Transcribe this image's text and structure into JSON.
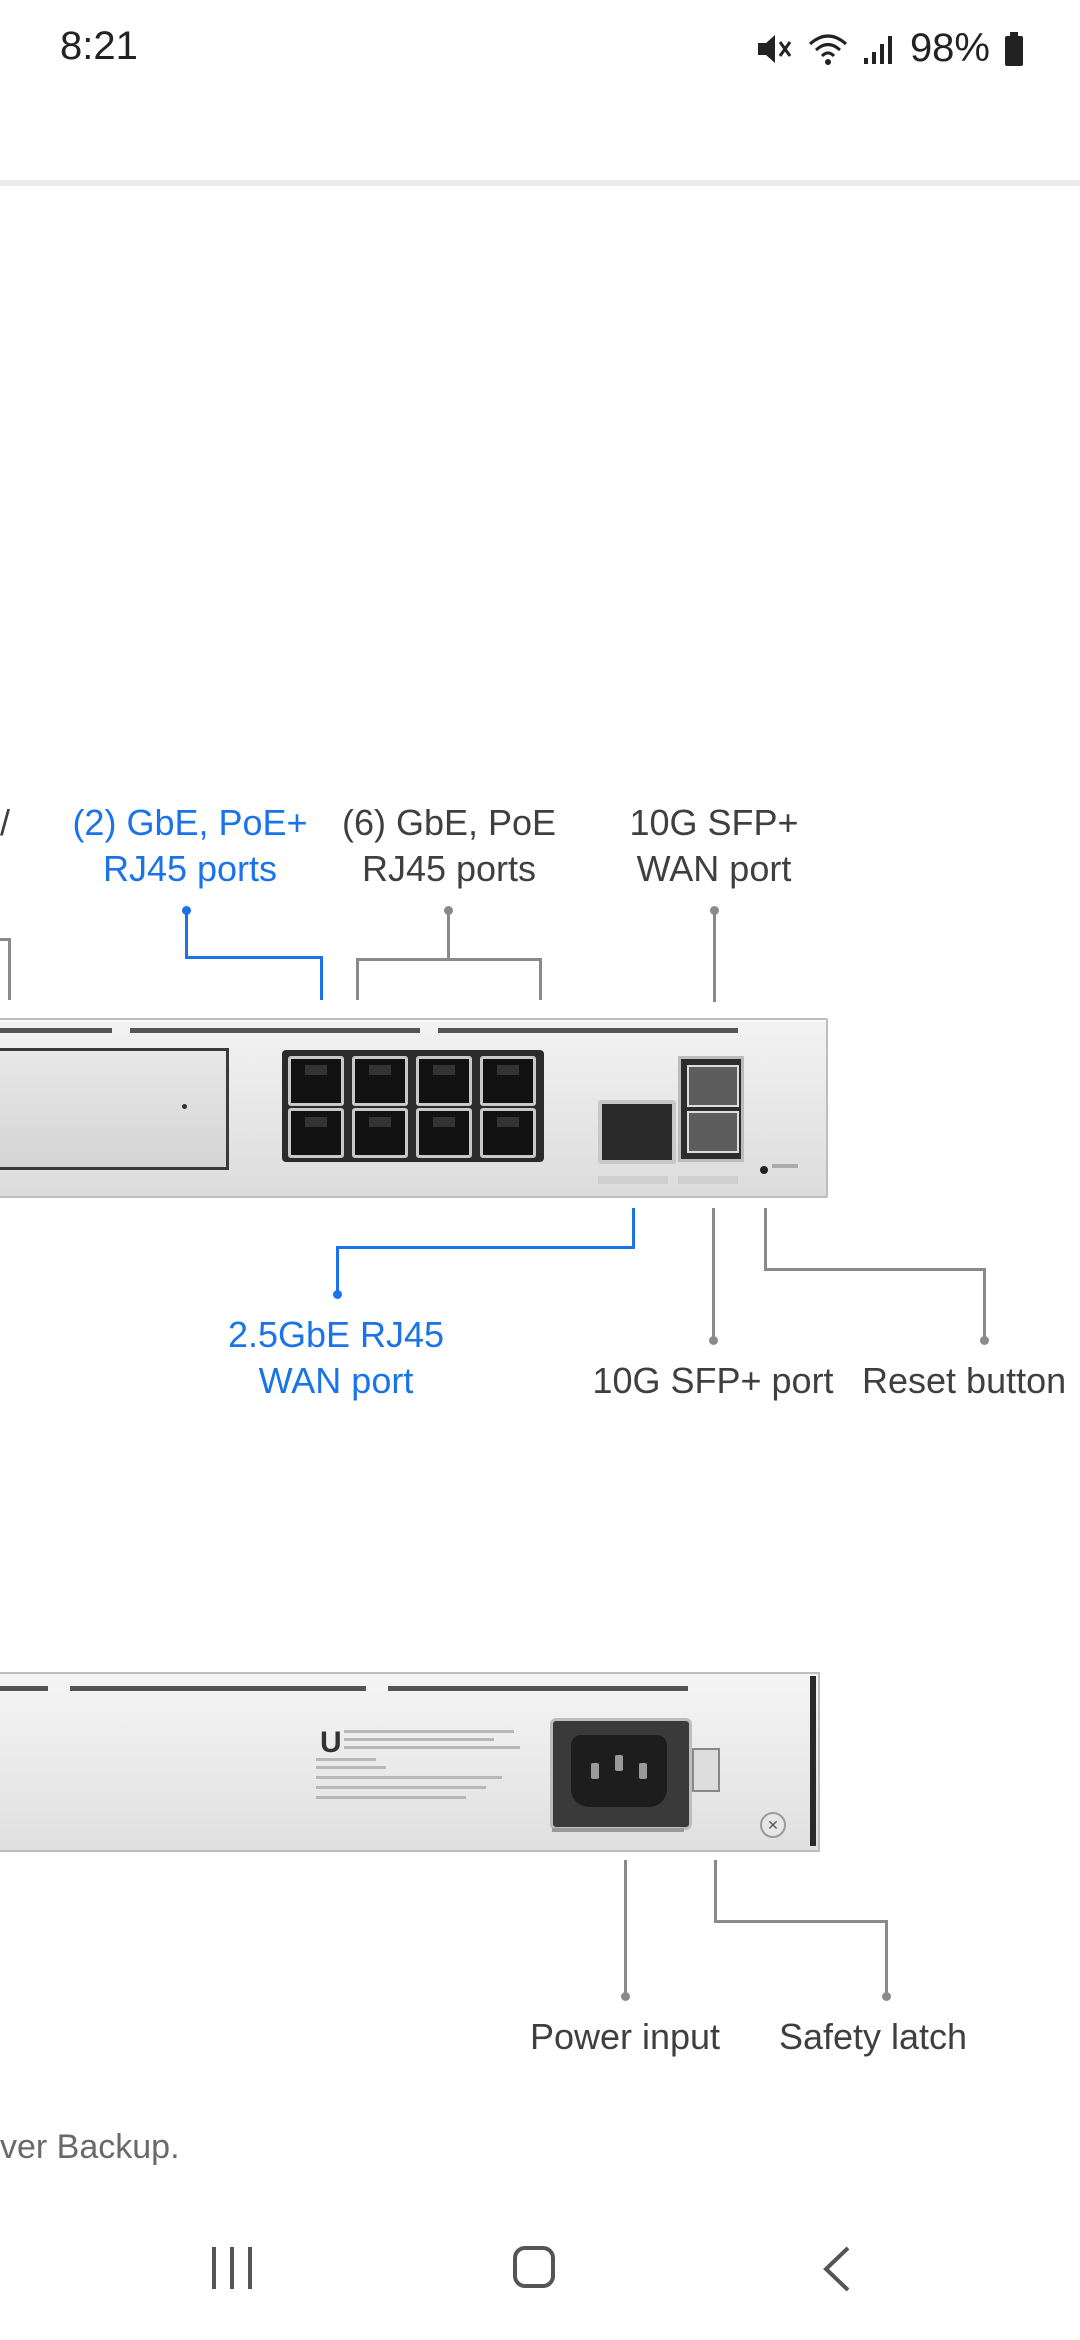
{
  "status_bar": {
    "time": "8:21",
    "battery": "98%",
    "icons": [
      "mute-icon",
      "wifi-icon",
      "signal-icon",
      "battery-icon"
    ]
  },
  "front_labels": {
    "gbe_poe_plus": [
      "(2) GbE, PoE+",
      "RJ45 ports"
    ],
    "gbe_poe": [
      "(6) GbE, PoE",
      "RJ45 ports"
    ],
    "sfp_wan": [
      "10G SFP+",
      "WAN port"
    ],
    "wan_25": [
      "2.5GbE RJ45",
      "WAN port"
    ],
    "sfp_port": "10G SFP+ port",
    "reset": "Reset button",
    "partial_left": "/"
  },
  "back_labels": {
    "power": "Power input",
    "latch": "Safety latch"
  },
  "footer": {
    "text": "ver Backup."
  },
  "colors": {
    "accent": "#1a73e8",
    "label": "#3f3f3f"
  }
}
